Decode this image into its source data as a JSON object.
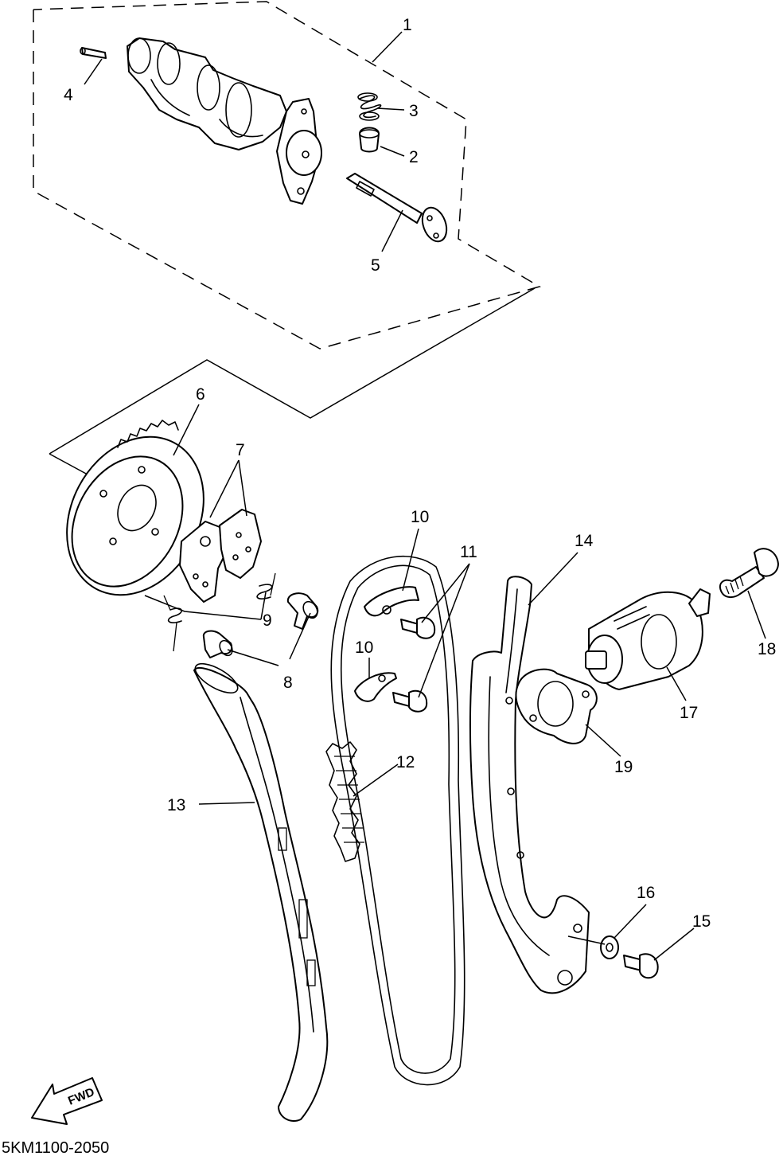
{
  "diagram": {
    "drawing_code": "5KM1100-2050",
    "forward_indicator": "FWD",
    "callouts": [
      {
        "id": "c1",
        "label": "1"
      },
      {
        "id": "c2",
        "label": "2"
      },
      {
        "id": "c3",
        "label": "3"
      },
      {
        "id": "c4",
        "label": "4"
      },
      {
        "id": "c5",
        "label": "5"
      },
      {
        "id": "c6",
        "label": "6"
      },
      {
        "id": "c7",
        "label": "7"
      },
      {
        "id": "c8",
        "label": "8"
      },
      {
        "id": "c9",
        "label": "9"
      },
      {
        "id": "c10a",
        "label": "10"
      },
      {
        "id": "c10b",
        "label": "10"
      },
      {
        "id": "c11",
        "label": "11"
      },
      {
        "id": "c12",
        "label": "12"
      },
      {
        "id": "c13",
        "label": "13"
      },
      {
        "id": "c14",
        "label": "14"
      },
      {
        "id": "c15",
        "label": "15"
      },
      {
        "id": "c16",
        "label": "16"
      },
      {
        "id": "c17",
        "label": "17"
      },
      {
        "id": "c18",
        "label": "18"
      },
      {
        "id": "c19",
        "label": "19"
      }
    ]
  }
}
